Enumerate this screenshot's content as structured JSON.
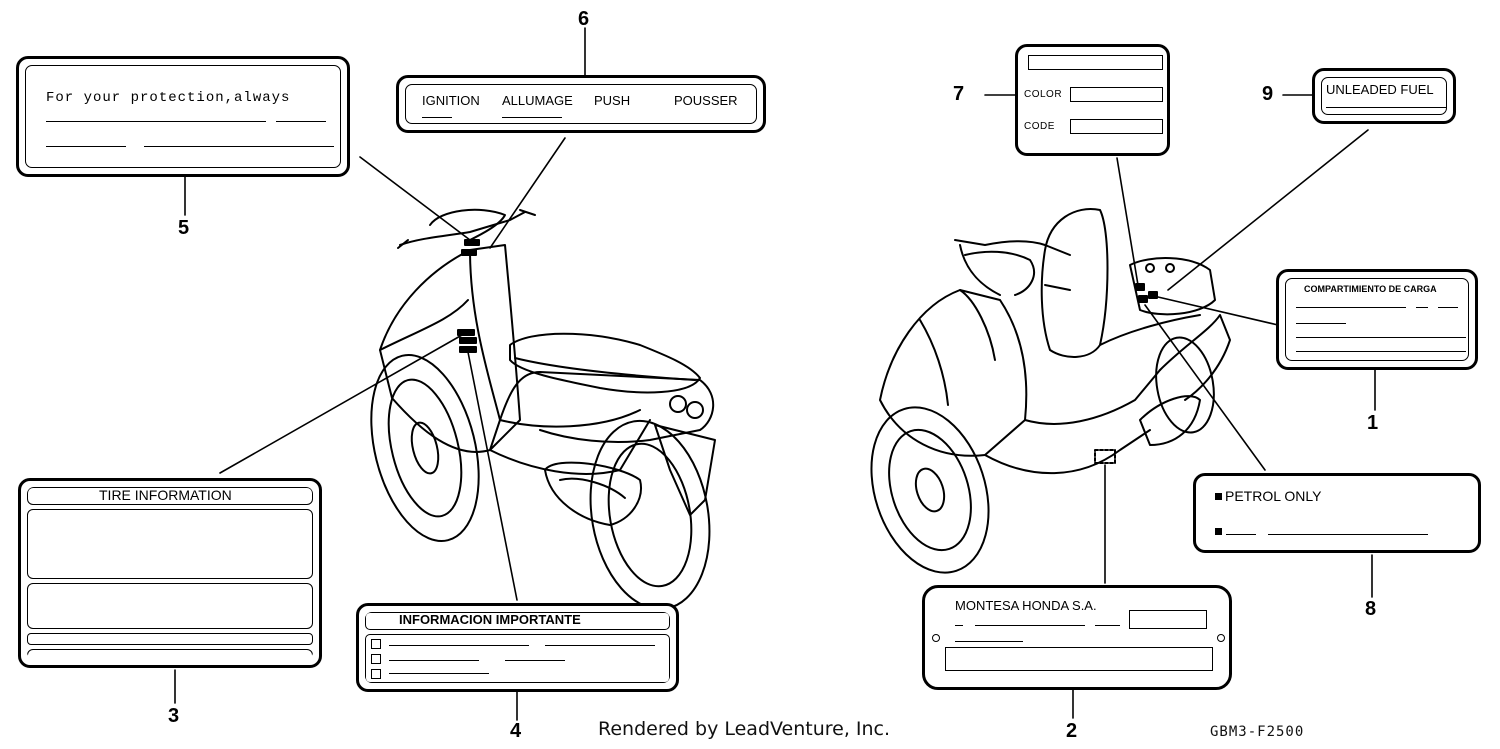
{
  "callouts": {
    "c1": "1",
    "c2": "2",
    "c3": "3",
    "c4": "4",
    "c5": "5",
    "c6": "6",
    "c7": "7",
    "c8": "8",
    "c9": "9"
  },
  "labels": {
    "protection": {
      "text": "For your protection,always"
    },
    "ignition": {
      "ignition": "IGNITION",
      "allumage": "ALLUMAGE",
      "push": "PUSH",
      "pousser": "POUSSER"
    },
    "tire": {
      "title": "TIRE INFORMATION"
    },
    "informacion": {
      "title": "INFORMACION IMPORTANTE"
    },
    "color_code": {
      "color": "COLOR",
      "code": "CODE"
    },
    "unleaded": {
      "text": "UNLEADED FUEL"
    },
    "compartimiento": {
      "title": "COMPARTIMIENTO DE CARGA"
    },
    "petrol": {
      "text": "PETROL ONLY"
    },
    "montesa": {
      "text": "MONTESA HONDA S.A."
    }
  },
  "footer": {
    "credit": "Rendered by LeadVenture, Inc.",
    "part_code": "GBM3-F2500"
  },
  "colors": {
    "ink": "#000000",
    "paper": "#ffffff"
  }
}
